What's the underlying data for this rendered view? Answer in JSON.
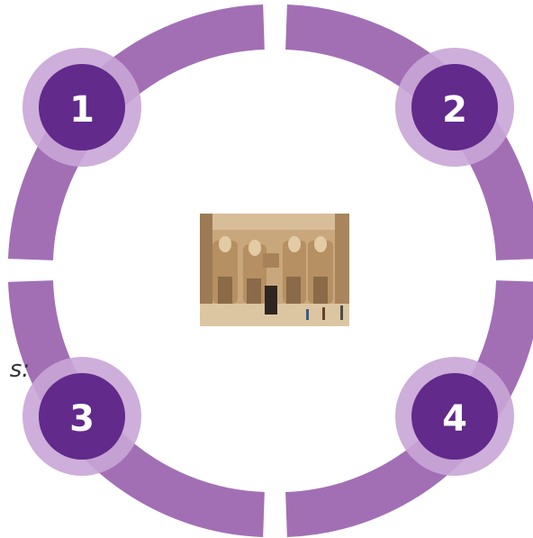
{
  "diagram": {
    "steps": [
      {
        "number": "1"
      },
      {
        "number": "2"
      },
      {
        "number": "3"
      },
      {
        "number": "4"
      }
    ],
    "center_image": {
      "subject": "abu-simbel-temple-photo"
    },
    "stray_text": "s:",
    "colors": {
      "ring": "#a26fb5",
      "halo": "#c9a5d6",
      "node": "#612a8b",
      "number": "#ffffff"
    }
  }
}
